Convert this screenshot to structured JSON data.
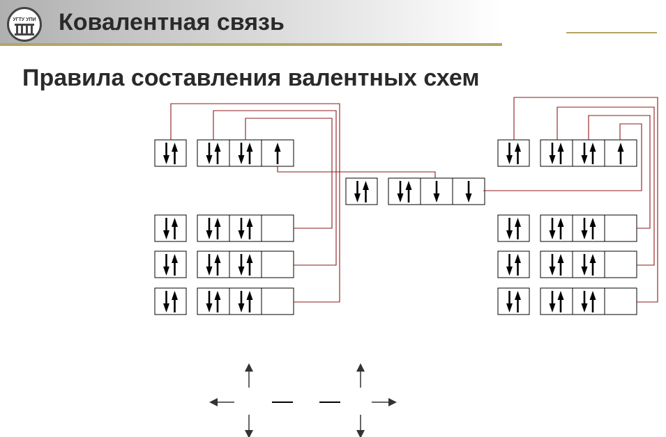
{
  "header": {
    "title": "Ковалентная связь",
    "subtitle": "Правила составления валентных схем"
  },
  "logo": {
    "icon": "university-logo-icon",
    "text": "УГТУ УПИ"
  },
  "colors": {
    "header_line": "#b5a461",
    "connector": "#8b1a1a",
    "cell_border": "#000000"
  },
  "orbital_rows": {
    "left_top": [
      "pair",
      "pair",
      "pair",
      "up"
    ],
    "center": [
      "pair",
      "pair",
      "down",
      "down"
    ],
    "right_top": [
      "pair",
      "pair",
      "pair",
      "up"
    ],
    "left_full": [
      "pair",
      "pair",
      "pair",
      "empty"
    ],
    "right_full": [
      "pair",
      "pair",
      "pair",
      "empty"
    ]
  },
  "structure_icons": [
    "arrow-up-icon",
    "arrow-down-icon",
    "arrow-left-icon",
    "arrow-right-icon",
    "bond-dash-icon"
  ]
}
